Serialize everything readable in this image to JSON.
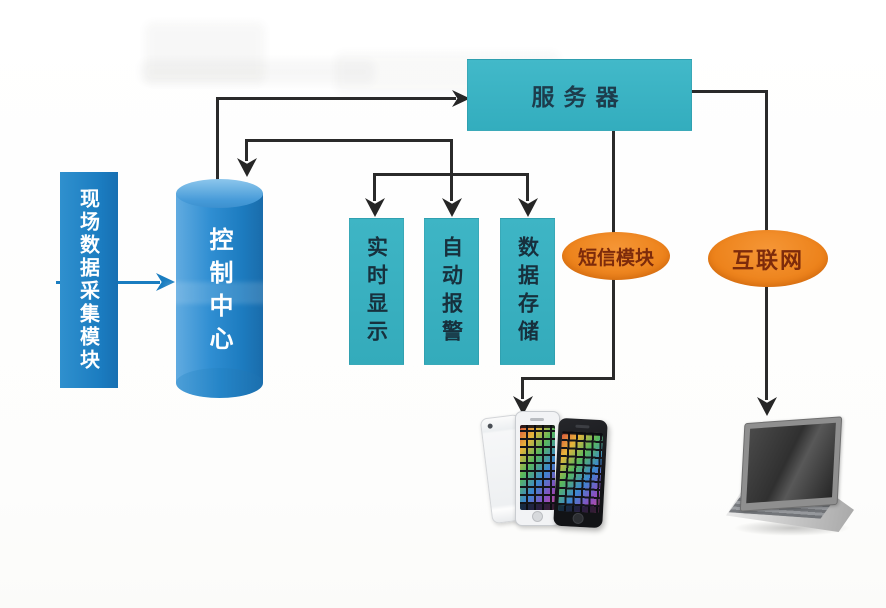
{
  "diagram": {
    "nodes": {
      "field_module": {
        "label": "现场数据采集模块"
      },
      "control_center": {
        "label": "控制中心"
      },
      "server": {
        "label": "服务器"
      },
      "realtime_display": {
        "label": "实时显示"
      },
      "auto_alarm": {
        "label": "自动报警"
      },
      "data_storage": {
        "label": "数据存储"
      },
      "sms_module": {
        "label": "短信模块"
      },
      "internet": {
        "label": "互联网"
      }
    },
    "icons": {
      "phones": "smartphones-image",
      "laptop": "laptop-image"
    },
    "colors": {
      "node_blue": "#1b7cc0",
      "node_teal": "#38b2c3",
      "node_orange": "#ec8119",
      "connector": "#2a2a2a",
      "connector_blue": "#1a7dc0",
      "ellipse_text": "#7d2b0b",
      "teal_text": "#17303d",
      "white_text": "#ffffff"
    }
  }
}
